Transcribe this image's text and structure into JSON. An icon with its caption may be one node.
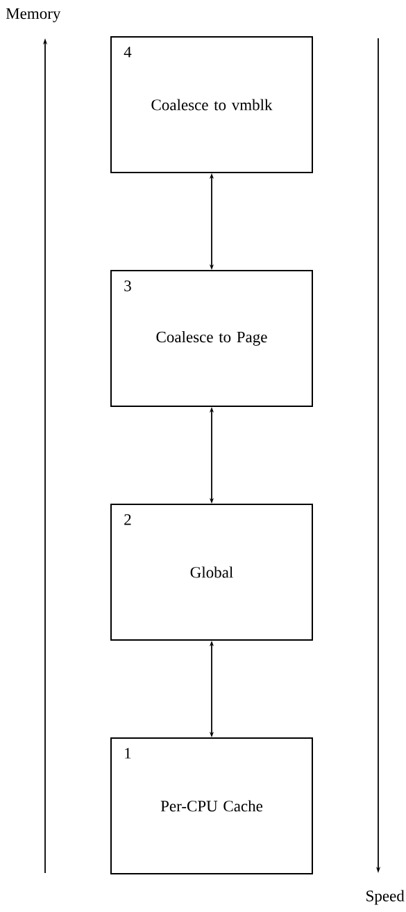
{
  "diagram": {
    "nodes": [
      {
        "text": [
          "4",
          "Coalesce to vmblk"
        ]
      },
      {
        "text": [
          "3",
          "Coalesce to Page"
        ]
      },
      {
        "text": [
          "2",
          "Global"
        ]
      },
      {
        "text": [
          "1",
          "Per-CPU Cache"
        ]
      }
    ],
    "edges": [
      {
        "from": 0,
        "to": 1,
        "arrow": "both"
      },
      {
        "from": 1,
        "to": 2,
        "arrow": "both"
      },
      {
        "from": 2,
        "to": 3,
        "arrow": "both"
      }
    ],
    "labels": [
      "Memory",
      "Speed"
    ]
  }
}
